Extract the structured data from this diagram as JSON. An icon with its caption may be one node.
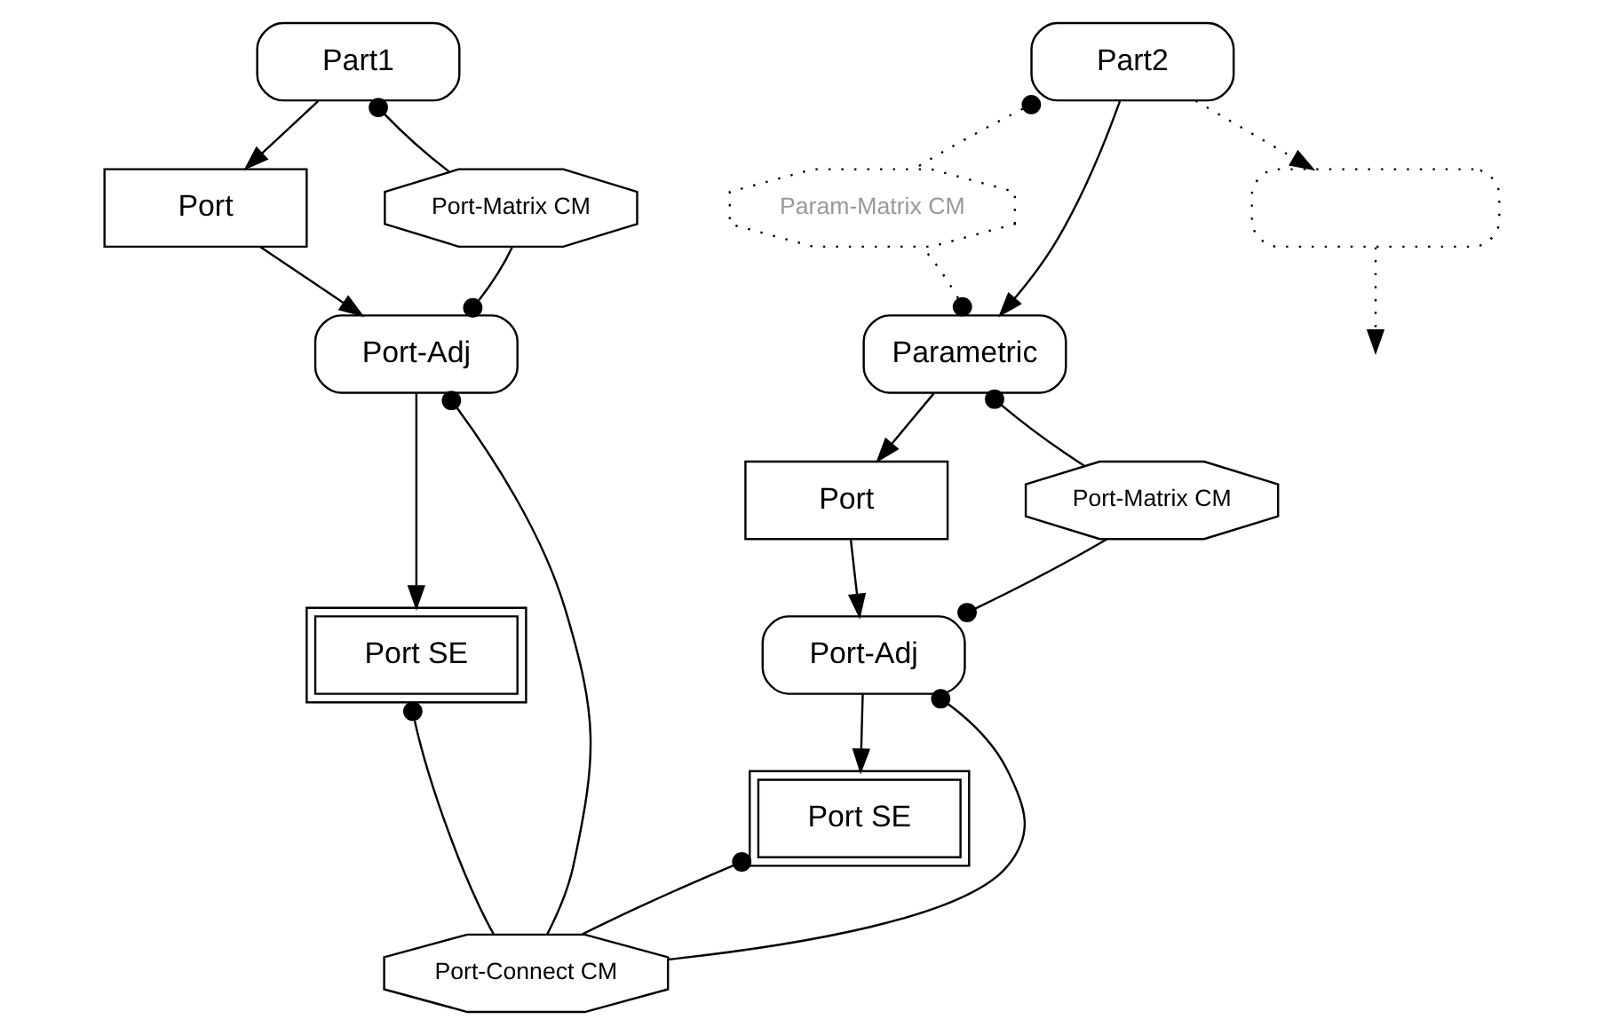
{
  "diagram": {
    "nodes": [
      {
        "text": [
          "Part1"
        ]
      },
      {
        "text": [
          "Port"
        ]
      },
      {
        "text": [
          "Port-Adj"
        ]
      },
      {
        "text": [
          "Port SE"
        ]
      },
      {
        "text": [
          "Port-Matrix CM"
        ]
      },
      {
        "text": [
          "Part2"
        ]
      },
      {
        "text": [
          "Param-Matrix CM"
        ]
      },
      {
        "text": [],
        "shape": "box"
      },
      {
        "text": [
          "Parametric"
        ]
      },
      {
        "text": [
          "Port"
        ]
      },
      {
        "text": [
          "Port-Matrix CM"
        ]
      },
      {
        "text": [
          "Port-Adj"
        ]
      },
      {
        "text": [
          "Port SE"
        ]
      },
      {
        "text": [
          "Port-Connect CM"
        ]
      }
    ],
    "edges": [
      {
        "from": 0,
        "to": 1,
        "arrow": "to"
      },
      {
        "from": 1,
        "to": 2,
        "arrow": "to"
      },
      {
        "from": 2,
        "to": 3,
        "arrow": "to"
      },
      {
        "from": 0,
        "to": 4,
        "arrow": "other"
      },
      {
        "from": 2,
        "to": 4,
        "arrow": "other"
      },
      {
        "from": 2,
        "to": 13,
        "arrow": "other"
      },
      {
        "from": 3,
        "to": 13,
        "arrow": "other"
      },
      {
        "from": 5,
        "to": 8,
        "arrow": "to"
      },
      {
        "from": 5,
        "to": 7,
        "arrow": "to",
        "style": "dashed"
      },
      {
        "from": 5,
        "to": 6,
        "arrow": "other",
        "style": "dashed"
      },
      {
        "from": 8,
        "to": 6,
        "arrow": "other",
        "style": "dashed"
      },
      {
        "from": 7,
        "to": null,
        "arrow": "to",
        "style": "dashed"
      },
      {
        "from": 8,
        "to": 9,
        "arrow": "to"
      },
      {
        "from": 9,
        "to": 11,
        "arrow": "to"
      },
      {
        "from": 11,
        "to": 12,
        "arrow": "to"
      },
      {
        "from": 8,
        "to": 10,
        "arrow": "other"
      },
      {
        "from": 11,
        "to": 10,
        "arrow": "other"
      },
      {
        "from": 11,
        "to": 13,
        "arrow": "other"
      },
      {
        "from": 12,
        "to": 13,
        "arrow": "other"
      }
    ]
  }
}
